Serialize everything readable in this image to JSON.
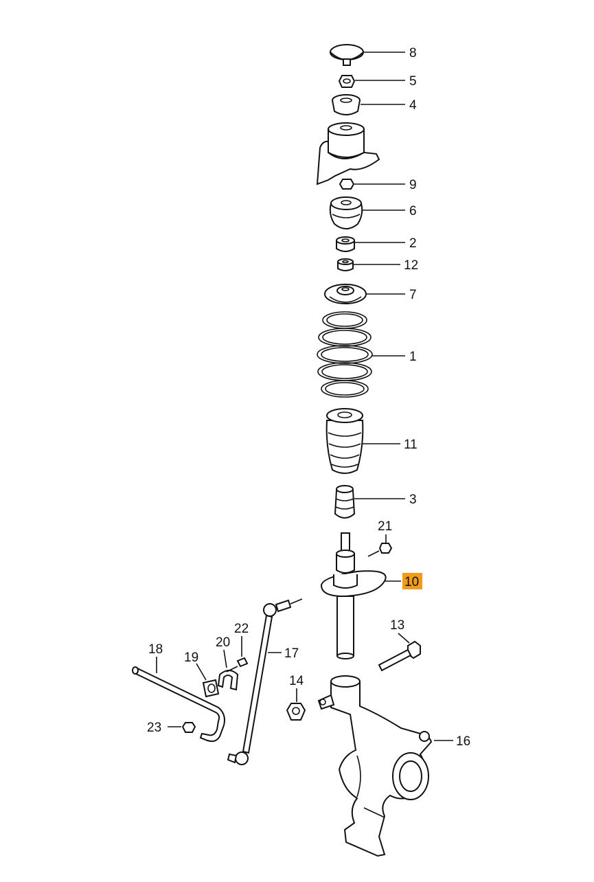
{
  "diagram": {
    "highlight_color": "#f29b1a",
    "callouts": [
      {
        "id": "8",
        "label": "8"
      },
      {
        "id": "5",
        "label": "5"
      },
      {
        "id": "4",
        "label": "4"
      },
      {
        "id": "9",
        "label": "9"
      },
      {
        "id": "6",
        "label": "6"
      },
      {
        "id": "2",
        "label": "2"
      },
      {
        "id": "12",
        "label": "12"
      },
      {
        "id": "7",
        "label": "7"
      },
      {
        "id": "1",
        "label": "1"
      },
      {
        "id": "11",
        "label": "11"
      },
      {
        "id": "3",
        "label": "3"
      },
      {
        "id": "21",
        "label": "21"
      },
      {
        "id": "10",
        "label": "10",
        "highlighted": true
      },
      {
        "id": "13",
        "label": "13"
      },
      {
        "id": "22",
        "label": "22"
      },
      {
        "id": "20",
        "label": "20"
      },
      {
        "id": "17",
        "label": "17"
      },
      {
        "id": "18",
        "label": "18"
      },
      {
        "id": "19",
        "label": "19"
      },
      {
        "id": "14",
        "label": "14"
      },
      {
        "id": "23",
        "label": "23"
      },
      {
        "id": "16",
        "label": "16"
      }
    ]
  }
}
